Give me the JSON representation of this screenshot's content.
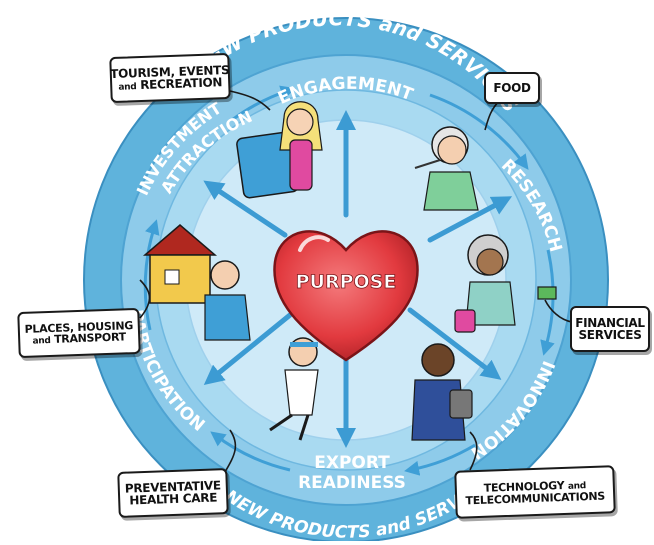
{
  "center": {
    "label": "PURPOSE"
  },
  "outer_ring_label": "NEW PRODUCTS and SERVICES",
  "ring_labels": {
    "engagement": "ENGAGEMENT",
    "research": "RESEARCH",
    "innovation": "INNOVATION",
    "export_line1": "EXPORT",
    "export_line2": "READINESS",
    "participation": "PARTICIPATION",
    "investment_line1": "INVESTMENT",
    "investment_line2": "ATTRACTION"
  },
  "callouts": {
    "tourism": {
      "line1": "TOURISM, EVENTS",
      "line2_small": "and",
      "line2": "RECREATION"
    },
    "food": {
      "line1": "FOOD"
    },
    "financial": {
      "line1": "FINANCIAL",
      "line2": "SERVICES"
    },
    "places": {
      "line1": "PLACES, HOUSING",
      "line2_small": "and",
      "line2": "TRANSPORT"
    },
    "health": {
      "line1": "PREVENTATIVE",
      "line2": "HEALTH CARE"
    },
    "tech": {
      "line1": "TECHNOLOGY",
      "line1_small": "and",
      "line2": "TELECOMMUNICATIONS"
    }
  },
  "colors": {
    "outer_ring": "#5fb3dc",
    "middle_ring": "#8ecbea",
    "inner_disc": "#cfeaf8",
    "arrow": "#3c9bd3",
    "heart": "#e23a3f",
    "text_ring": "#ffffff"
  }
}
